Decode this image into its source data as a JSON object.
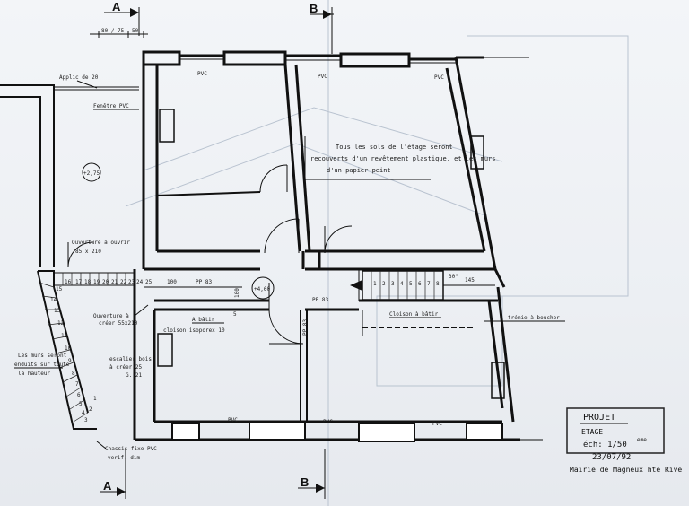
{
  "sections": {
    "a": "A",
    "b": "B"
  },
  "dims": {
    "top": "80 / 75",
    "top_b": "50"
  },
  "labels": {
    "applic": "Applic de 20",
    "fenetre": "Fenêtre PVC",
    "level_left": "+2,75",
    "level_center": "+4,60",
    "ouverture_ouvrir_1": "Ouverture à ouvrir",
    "ouverture_ouvrir_2": "85 x 210",
    "ouverture_creer_1": "Ouverture à",
    "ouverture_creer_2": "créer 55x210",
    "a_batir": "A bâtir",
    "cloison_isoporex": "cloison isoporex 10",
    "pp83_a": "PP 83",
    "pp83_b": "PP 83",
    "pp83_c": "PP 83",
    "dim_100": "100",
    "dim_100b": "100",
    "dim_5": "5",
    "dim_145": "145",
    "dim_30": "30°",
    "escalier_1": "escalier bois",
    "escalier_2": "à créer 25",
    "escalier_3": "G. 21",
    "murs_1": "Les murs seront",
    "murs_2": "enduits sur toute",
    "murs_3": "la hauteur",
    "chassis_1": "Chassis fixe PVC",
    "chassis_2": "verif. dim",
    "cloison_batir": "Cloison à bâtir",
    "tremie": "trémie à boucher",
    "note_1": "Tous les sols de l'étage seront",
    "note_2": "recouverts d'un revêtement plastique, et les murs",
    "note_3": "d'un papier peint",
    "pvc": "PVC"
  },
  "stairs_left": [
    "15",
    "16",
    "17",
    "18",
    "19",
    "20",
    "21",
    "22",
    "23",
    "24",
    "25",
    "14",
    "13",
    "12",
    "11",
    "10",
    "9",
    "8",
    "7",
    "6",
    "5",
    "4",
    "3",
    "2",
    "1"
  ],
  "stairs_right": [
    "1",
    "2",
    "3",
    "4",
    "5",
    "6",
    "7",
    "8"
  ],
  "title_block": {
    "projet": "PROJET",
    "etage": "ETAGE",
    "scale": "éch: 1/50",
    "scale_sup": "eme",
    "date": "23/07/92",
    "mairie": "Mairie de Magneux hte Rive"
  }
}
